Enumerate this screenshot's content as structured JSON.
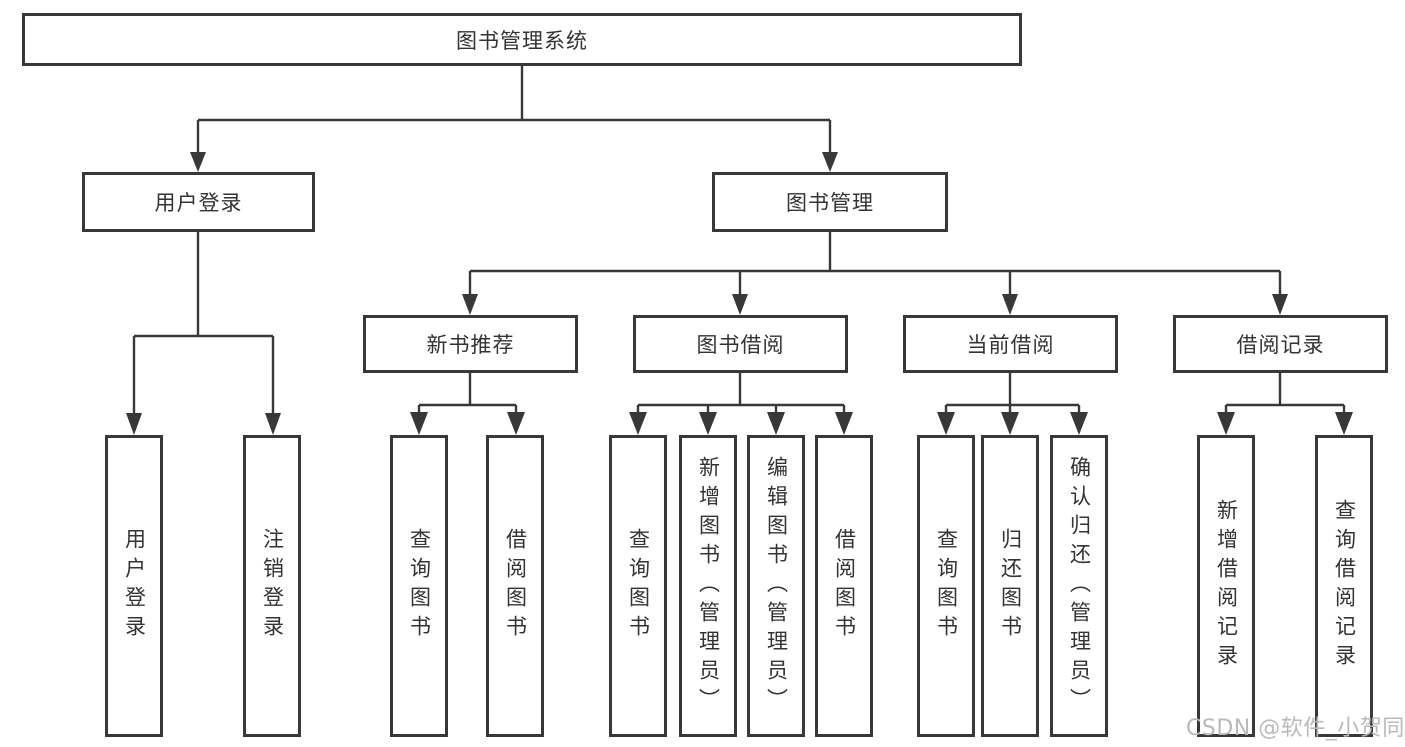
{
  "colors": {
    "line": "#383838",
    "text": "#333333",
    "background": "#ffffff",
    "watermark": "#b9b9b9"
  },
  "watermark": {
    "text": "CSDN @软件_小贺同学"
  },
  "tree": {
    "root": {
      "label": "图书管理系统",
      "children": [
        {
          "label": "用户登录",
          "children": [
            {
              "label": "用户登录"
            },
            {
              "label": "注销登录"
            }
          ]
        },
        {
          "label": "图书管理",
          "children": [
            {
              "label": "新书推荐",
              "children": [
                {
                  "label": "查询图书"
                },
                {
                  "label": "借阅图书"
                }
              ]
            },
            {
              "label": "图书借阅",
              "children": [
                {
                  "label": "查询图书"
                },
                {
                  "label": "新增图书（管理员）"
                },
                {
                  "label": "编辑图书（管理员）"
                },
                {
                  "label": "借阅图书"
                }
              ]
            },
            {
              "label": "当前借阅",
              "children": [
                {
                  "label": "查询图书"
                },
                {
                  "label": "归还图书"
                },
                {
                  "label": "确认归还（管理员）"
                }
              ]
            },
            {
              "label": "借阅记录",
              "children": [
                {
                  "label": "新增借阅记录"
                },
                {
                  "label": "查询借阅记录"
                }
              ]
            }
          ]
        }
      ]
    }
  }
}
